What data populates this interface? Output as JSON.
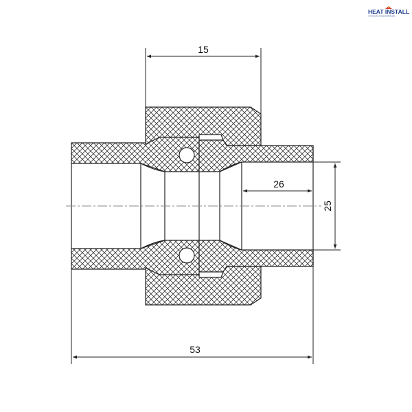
{
  "logo": {
    "brand": "HEAT INSTALL",
    "tagline": "отопление и водоснабжение",
    "icon": "house-flame-icon",
    "colors": {
      "brand": "#1f3f8f",
      "flame": "#d83a2a"
    }
  },
  "dimensions": {
    "nut_width": "15",
    "socket_depth": "26",
    "bore_diameter": "25",
    "overall_length": "53"
  },
  "colors": {
    "line": "#222222",
    "centerline": "#888888"
  }
}
